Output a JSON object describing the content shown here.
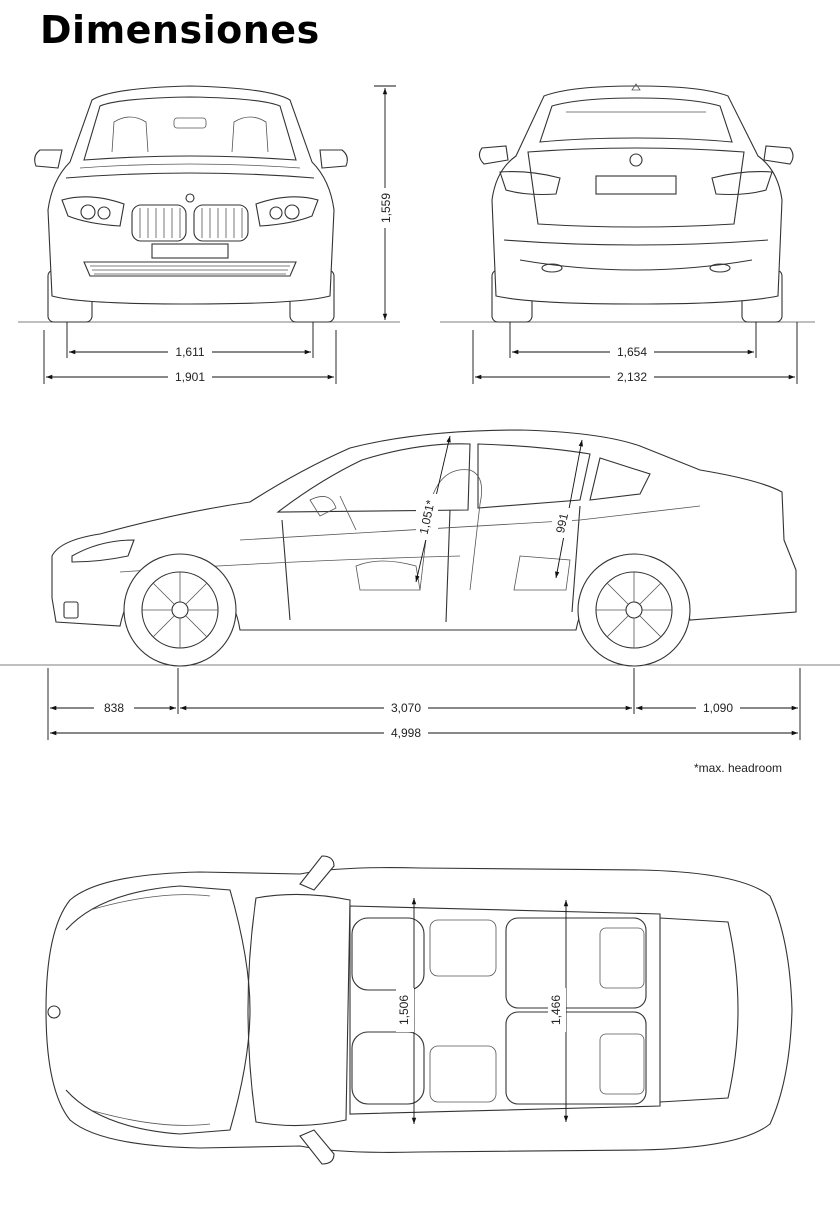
{
  "title": "Dimensiones",
  "views": {
    "front": {
      "height": "1,559",
      "track": "1,611",
      "width": "1,901"
    },
    "rear": {
      "track": "1,654",
      "width_mirrors": "2,132"
    },
    "side": {
      "front_headroom": "1,051*",
      "rear_headroom": "991",
      "front_overhang": "838",
      "wheelbase": "3,070",
      "rear_overhang": "1,090",
      "length": "4,998"
    },
    "top": {
      "front_shoulder": "1,506",
      "rear_shoulder": "1,466"
    }
  },
  "footnote": "*max. headroom"
}
